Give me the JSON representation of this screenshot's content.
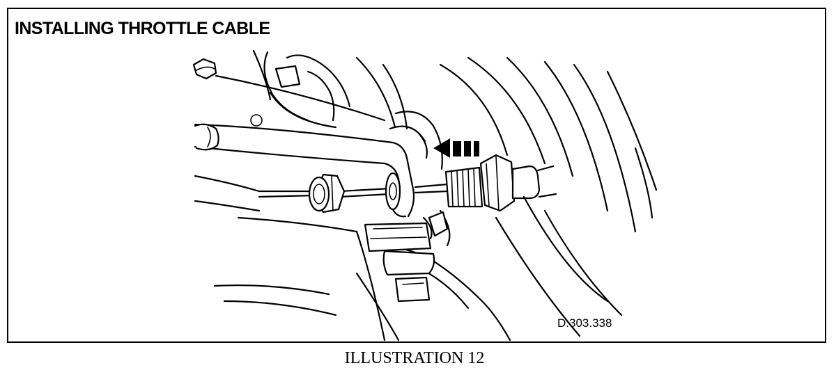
{
  "figure": {
    "title": "INSTALLING THROTTLE CABLE",
    "reference_code": "D.303.338"
  },
  "caption": "ILLUSTRATION 12",
  "colors": {
    "line": "#000000",
    "background": "#ffffff"
  }
}
